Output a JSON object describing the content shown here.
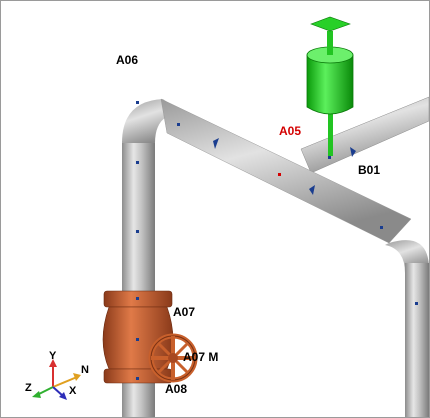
{
  "labels": {
    "a06": "A06",
    "a05": "A05",
    "b01": "B01",
    "a07": "A07",
    "a07m": "A07 M",
    "a08": "A08"
  },
  "axes": {
    "y": "Y",
    "n": "N",
    "z": "Z",
    "x": "X"
  },
  "colors": {
    "pipe": "#b4b4b4",
    "valve": "#c0582a",
    "support": "#19e019",
    "node_marker": "#1a3d8f",
    "selected": "#d40000",
    "axis_y": "#d83030",
    "axis_x": "#2d2db8",
    "axis_z": "#30b030"
  },
  "icons": [
    "valve-icon",
    "handwheel-icon",
    "spring-hanger-icon",
    "axis-triad-icon",
    "flow-arrow-icon"
  ]
}
